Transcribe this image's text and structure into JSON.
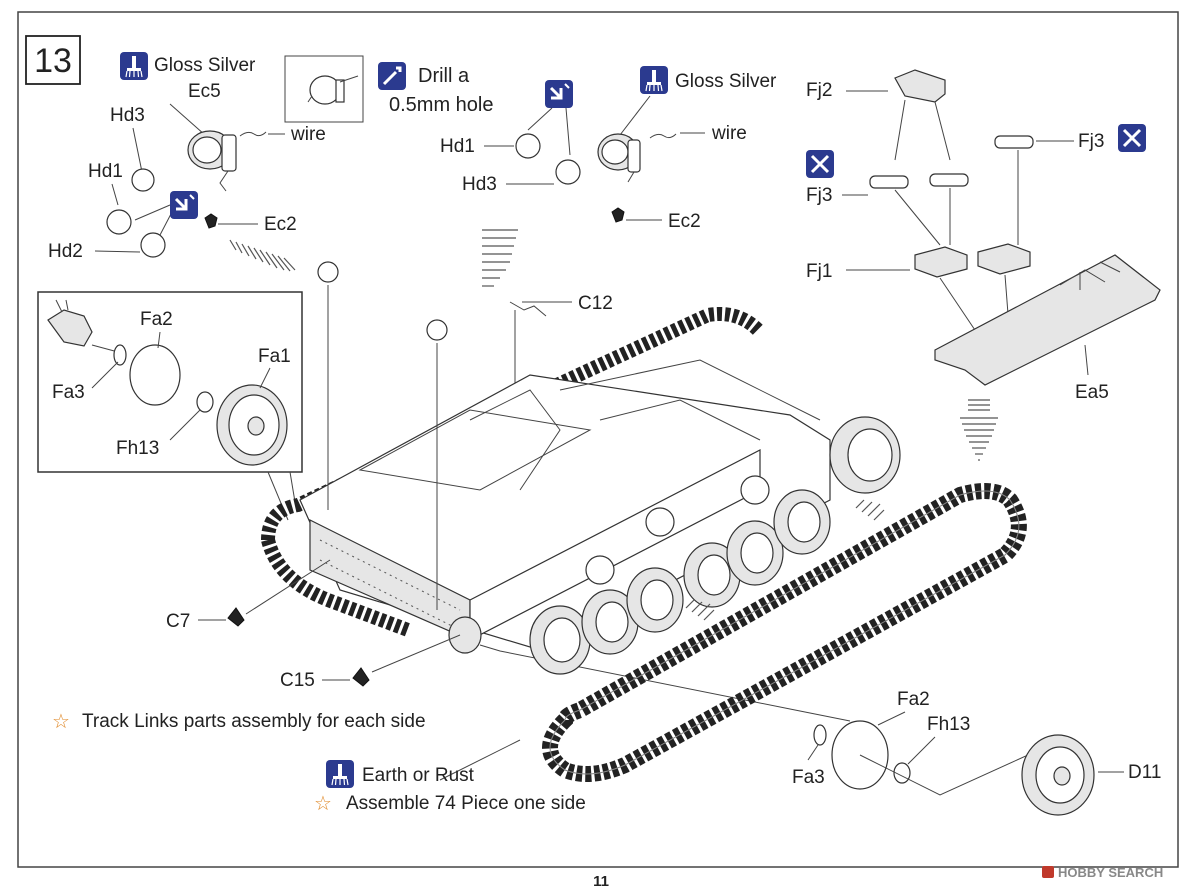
{
  "step_number": "13",
  "page_number": "11",
  "watermark": "HOBBY SEARCH",
  "labels": {
    "gloss_silver_left": "Gloss Silver",
    "gloss_silver_right": "Gloss Silver",
    "ec5": "Ec5",
    "hd3_left": "Hd3",
    "hd1_left": "Hd1",
    "hd2_left": "Hd2",
    "wire_left": "wire",
    "ec2_left": "Ec2",
    "drill_line1": "Drill a",
    "drill_line2": "0.5mm hole",
    "hd1_mid": "Hd1",
    "hd3_mid": "Hd3",
    "wire_right": "wire",
    "ec2_mid": "Ec2",
    "c12": "C12",
    "fj2": "Fj2",
    "fj3_a": "Fj3",
    "fj3_b": "Fj3",
    "fj1": "Fj1",
    "ea5": "Ea5",
    "fa2_inset": "Fa2",
    "fa1": "Fa1",
    "fa3_inset": "Fa3",
    "fh13_inset": "Fh13",
    "c7": "C7",
    "c15": "C15",
    "fa2_bottom": "Fa2",
    "fh13_bottom": "Fh13",
    "fa3_bottom": "Fa3",
    "d11": "D11",
    "earth_or_rust": "Earth or Rust"
  },
  "notes": {
    "track_links": "Track Links parts assembly for each side",
    "assemble_74": "Assemble 74 Piece one side"
  },
  "icons": {
    "paint": "paint-brush-icon",
    "drill": "drill-icon",
    "cement": "cement-icon",
    "no_cement": "no-cement-icon",
    "star": "star-icon"
  },
  "colors": {
    "icon_blue": "#2b3a8f",
    "star_orange": "#e08a2a",
    "line": "#444444"
  }
}
